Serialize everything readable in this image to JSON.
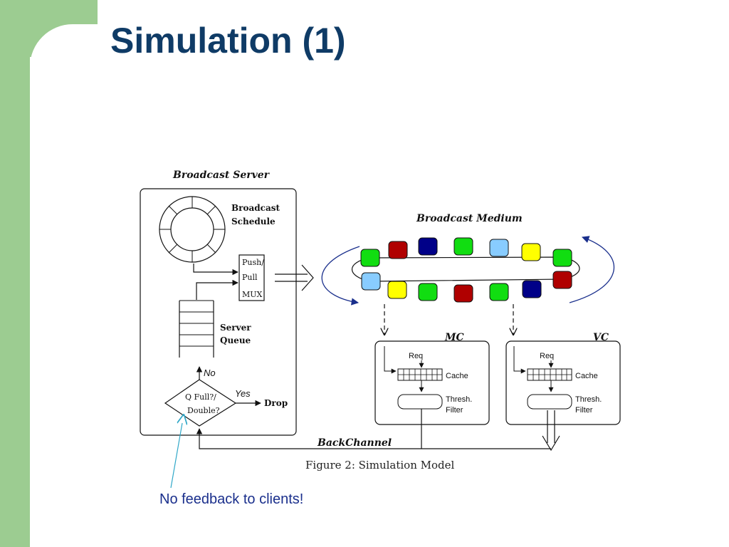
{
  "slide": {
    "title": "Simulation (1)",
    "note": "No feedback to clients!",
    "colors": {
      "frame": "#9ccc91",
      "title": "#0f3b66",
      "note": "#1a2f8c"
    }
  },
  "diagram": {
    "caption": "Figure 2:  Simulation Model",
    "server": {
      "title": "Broadcast Server",
      "schedule_label": [
        "Broadcast",
        "Schedule"
      ],
      "mux_label": [
        "Push/",
        "Pull",
        "MUX"
      ],
      "queue_label": [
        "Server",
        "Queue"
      ],
      "decision_label": [
        "Q   Full?/",
        "Double?"
      ],
      "no_label": "No",
      "yes_label": "Yes",
      "drop_label": "Drop"
    },
    "medium": {
      "title": "Broadcast Medium",
      "top_row": [
        "#11dd11",
        "#b00000",
        "#000088",
        "#11dd11",
        "#88ccff",
        "#ffff00",
        "#11dd11"
      ],
      "bottom_row": [
        "#88ccff",
        "#ffff00",
        "#11dd11",
        "#b00000",
        "#11dd11",
        "#000088",
        "#b00000"
      ]
    },
    "clients": [
      {
        "name": "MC",
        "req": "Req",
        "cache": "Cache",
        "filter": [
          "Thresh.",
          "Filter"
        ]
      },
      {
        "name": "VC",
        "req": "Req",
        "cache": "Cache",
        "filter": [
          "Thresh.",
          "Filter"
        ]
      }
    ],
    "backchannel_label": "BackChannel"
  }
}
